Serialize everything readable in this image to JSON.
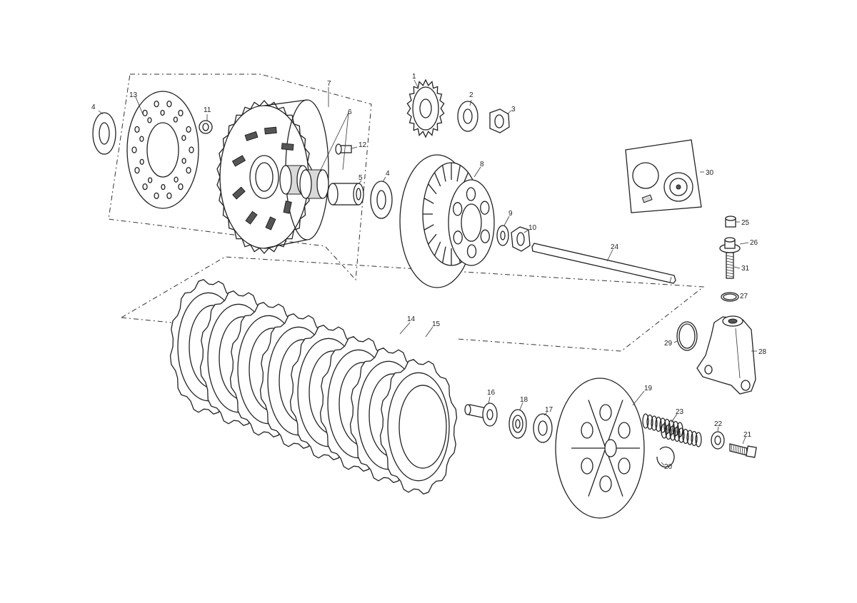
{
  "diagram": {
    "callouts": [
      {
        "id": "p1",
        "text": "1"
      },
      {
        "id": "p2",
        "text": "2"
      },
      {
        "id": "p3",
        "text": "3"
      },
      {
        "id": "p4a",
        "text": "4"
      },
      {
        "id": "p4b",
        "text": "4"
      },
      {
        "id": "p5",
        "text": "5"
      },
      {
        "id": "p6",
        "text": "6"
      },
      {
        "id": "p7",
        "text": "7"
      },
      {
        "id": "p8",
        "text": "8"
      },
      {
        "id": "p9",
        "text": "9"
      },
      {
        "id": "p10",
        "text": "10"
      },
      {
        "id": "p11",
        "text": "11"
      },
      {
        "id": "p12",
        "text": "12"
      },
      {
        "id": "p13",
        "text": "13"
      },
      {
        "id": "p14",
        "text": "14"
      },
      {
        "id": "p15",
        "text": "15"
      },
      {
        "id": "p16",
        "text": "16"
      },
      {
        "id": "p17",
        "text": "17"
      },
      {
        "id": "p18",
        "text": "18"
      },
      {
        "id": "p19",
        "text": "19"
      },
      {
        "id": "p20",
        "text": "20"
      },
      {
        "id": "p21",
        "text": "21"
      },
      {
        "id": "p22",
        "text": "22"
      },
      {
        "id": "p23",
        "text": "23"
      },
      {
        "id": "p24",
        "text": "24"
      },
      {
        "id": "p25",
        "text": "25"
      },
      {
        "id": "p26",
        "text": "26"
      },
      {
        "id": "p27",
        "text": "27"
      },
      {
        "id": "p28",
        "text": "28"
      },
      {
        "id": "p29",
        "text": "29"
      },
      {
        "id": "p30",
        "text": "30"
      },
      {
        "id": "p31",
        "text": "31"
      }
    ]
  }
}
